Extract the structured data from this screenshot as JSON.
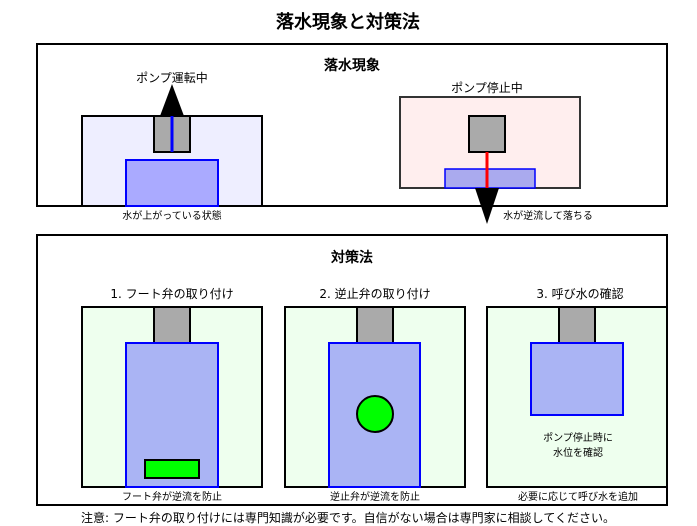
{
  "title": "落水現象と対策法",
  "phenomenon": {
    "heading": "落水現象",
    "left": {
      "arrow_label": "ポンプ運転中",
      "caption": "水が上がっている状態"
    },
    "right": {
      "arrow_label": "ポンプ停止中",
      "caption": "水が逆流して落ちる"
    }
  },
  "countermeasures": {
    "heading": "対策法",
    "items": [
      {
        "title": "1. フート弁の取り付け",
        "caption": "フート弁が逆流を防止"
      },
      {
        "title": "2. 逆止弁の取り付け",
        "caption": "逆止弁が逆流を防止"
      },
      {
        "title": "3. 呼び水の確認",
        "caption": "必要に応じて呼び水を追加",
        "note_line1": "ポンプ停止時に",
        "note_line2": "水位を確認"
      }
    ]
  },
  "note": "注意: フート弁の取り付けには専門知識が必要です。自信がない場合は専門家に相談してください。",
  "colors": {
    "water": "#aaaaff",
    "pump": "#aaaaaa",
    "valve": "#00ff00",
    "flow_up": "#0000ff",
    "flow_down": "#ff0000"
  }
}
